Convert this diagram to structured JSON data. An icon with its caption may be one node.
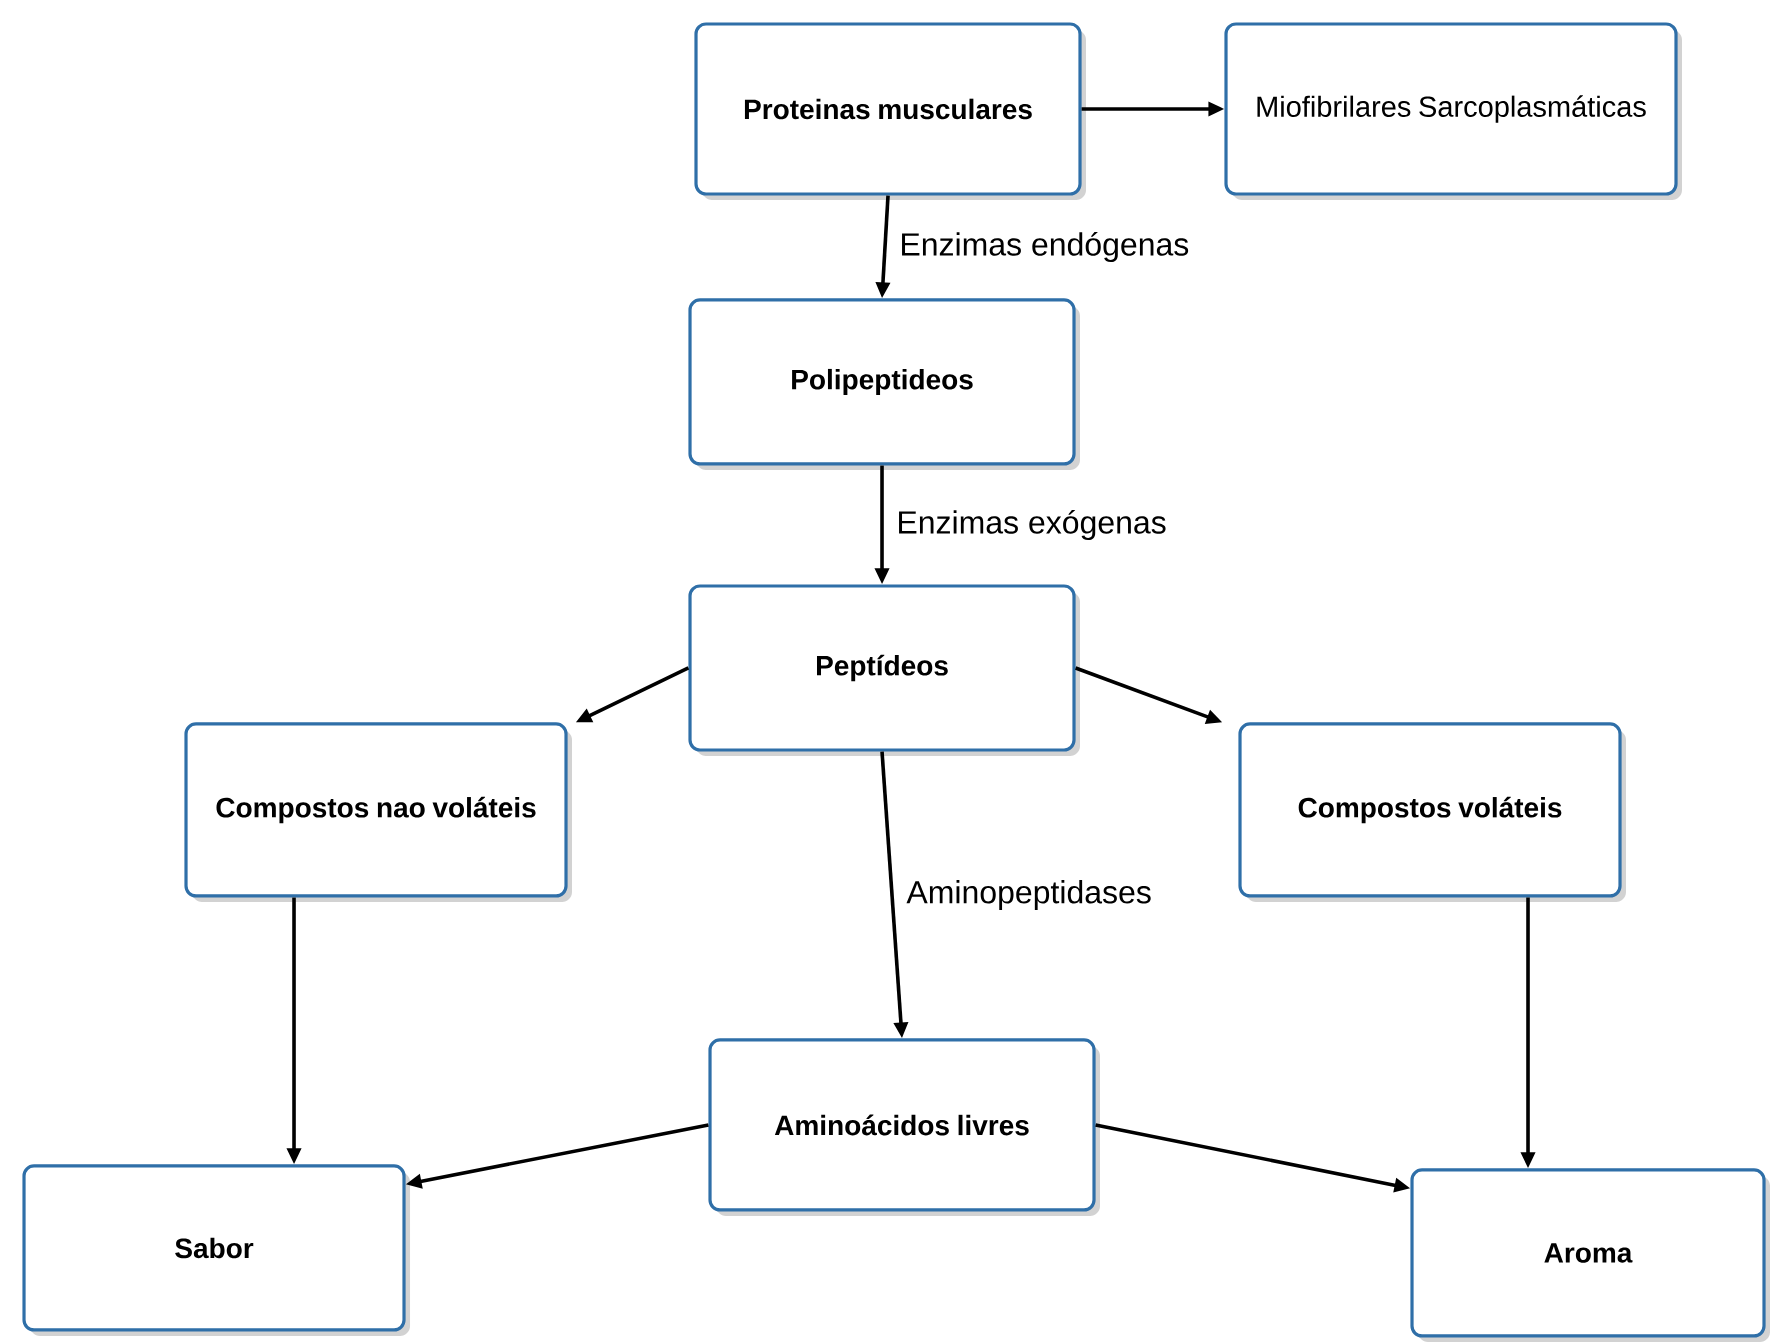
{
  "diagram": {
    "nodes": [
      {
        "text": [
          "Proteinas musculares"
        ]
      },
      {
        "text": [
          "Miofibrilares Sarcoplasmáticas"
        ]
      },
      {
        "text": [
          "Polipeptideos"
        ]
      },
      {
        "text": [
          "Peptídeos"
        ]
      },
      {
        "text": [
          "Compostos nao voláteis"
        ]
      },
      {
        "text": [
          "Compostos voláteis"
        ]
      },
      {
        "text": [
          "Aminoácidos livres"
        ]
      },
      {
        "text": [
          "Sabor"
        ]
      },
      {
        "text": [
          "Aroma"
        ]
      }
    ],
    "edges": [
      {
        "from": 0,
        "to": 1,
        "arrow": "to"
      },
      {
        "from": 0,
        "to": 2,
        "arrow": "to",
        "label": "Enzimas endógenas"
      },
      {
        "from": 2,
        "to": 3,
        "arrow": "to",
        "label": "Enzimas exógenas"
      },
      {
        "from": 3,
        "to": 4,
        "arrow": "to"
      },
      {
        "from": 3,
        "to": 5,
        "arrow": "to"
      },
      {
        "from": 3,
        "to": 6,
        "arrow": "to",
        "label": "Aminopeptidases"
      },
      {
        "from": 4,
        "to": 7,
        "arrow": "to"
      },
      {
        "from": 5,
        "to": 8,
        "arrow": "to"
      },
      {
        "from": 6,
        "to": 7,
        "arrow": "to"
      },
      {
        "from": 6,
        "to": 8,
        "arrow": "to"
      }
    ]
  }
}
